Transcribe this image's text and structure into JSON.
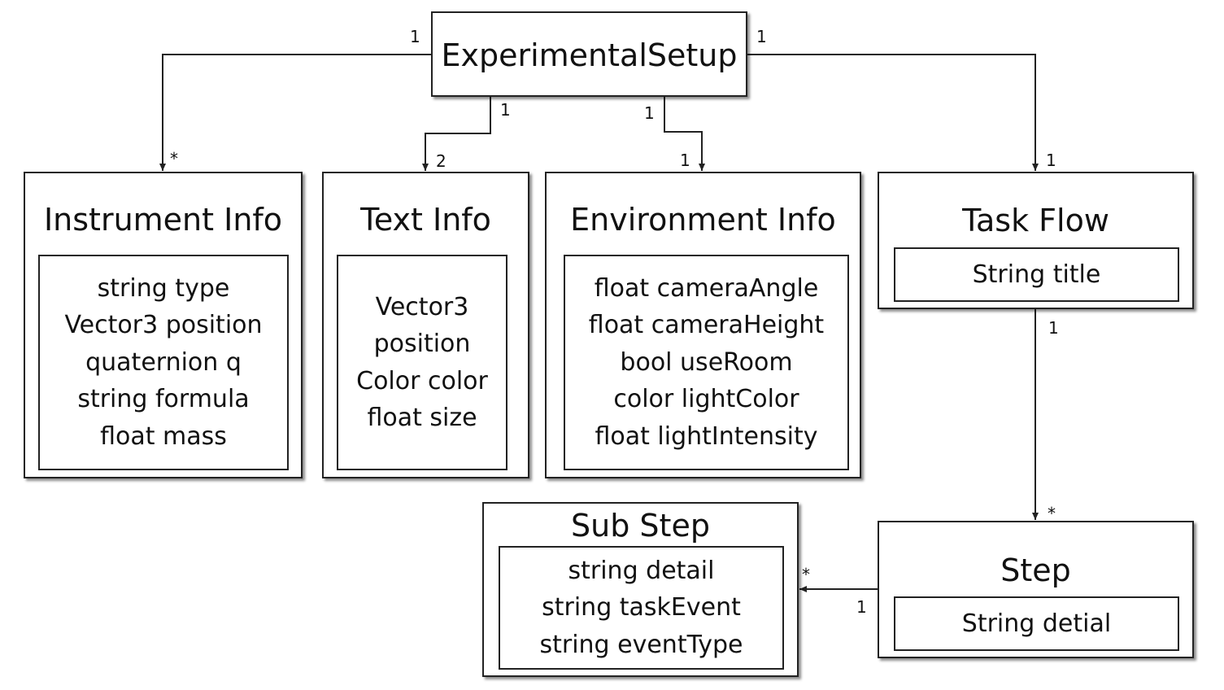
{
  "root": {
    "title": "ExperimentalSetup"
  },
  "instrument_info": {
    "title": "Instrument Info",
    "attributes": [
      "string type",
      "Vector3 position",
      "quaternion q",
      "string formula",
      "float mass"
    ]
  },
  "text_info": {
    "title": "Text Info",
    "attributes": [
      "Vector3",
      "position",
      "Color color",
      "float size"
    ]
  },
  "environment_info": {
    "title": "Environment Info",
    "attributes": [
      "float cameraAngle",
      "float cameraHeight",
      "bool useRoom",
      "color lightColor",
      "float lightIntensity"
    ]
  },
  "task_flow": {
    "title": "Task Flow",
    "attributes": [
      "String title"
    ]
  },
  "step": {
    "title": "Step",
    "attributes": [
      "String detial"
    ]
  },
  "sub_step": {
    "title": "Sub Step",
    "attributes": [
      "string detail",
      "string taskEvent",
      "string eventType"
    ]
  },
  "multiplicities": {
    "root_to_instrument_source": "1",
    "root_to_instrument_target": "*",
    "root_to_text_source": "1",
    "root_to_text_target": "2",
    "root_to_environment_source": "1",
    "root_to_environment_target": "1",
    "root_to_taskflow_source": "1",
    "root_to_taskflow_target": "1",
    "taskflow_to_step_source": "1",
    "taskflow_to_step_target": "*",
    "step_to_substep_source": "1",
    "step_to_substep_target": "*"
  }
}
